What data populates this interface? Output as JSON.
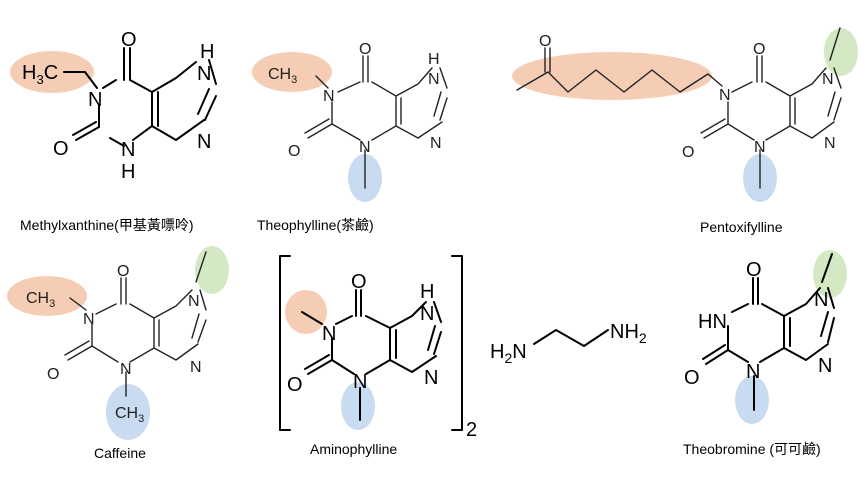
{
  "colors": {
    "methyl_n1": "#f5cdb4",
    "methyl_n3": "#c9dbf0",
    "methyl_n7": "#d3e9c3"
  },
  "labels": {
    "methylxanthine": "Methylxanthine(甲基黃嘌呤)",
    "theophylline": "Theophylline(茶鹼)",
    "pentoxifylline": "Pentoxifylline",
    "caffeine": "Caffeine",
    "aminophylline": "Aminophylline",
    "theobromine": "Theobromine (可可鹼)"
  },
  "atoms": {
    "O": "O",
    "N": "N",
    "NH": "NH",
    "H": "H",
    "HN": "HN",
    "H3C_base": "H",
    "H3C_sub": "3",
    "H3C_end": "C",
    "CH3_base": "CH",
    "CH3_sub": "3",
    "H2N_base": "H",
    "H2N_sub": "2",
    "H2N_end": "N",
    "NH2_base": "NH",
    "NH2_sub": "2",
    "dash": "—"
  },
  "aminophylline": {
    "subscript": "2"
  }
}
